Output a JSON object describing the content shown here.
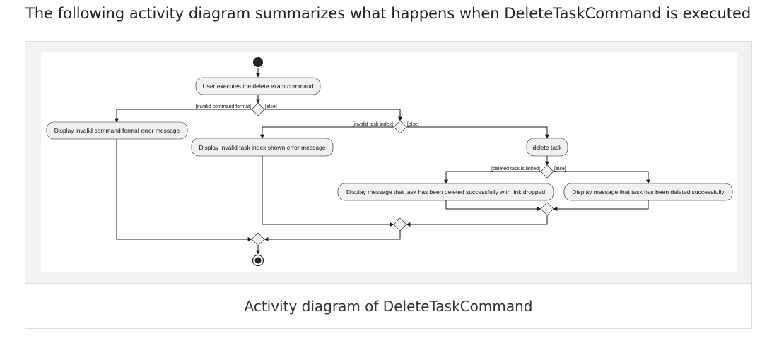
{
  "heading": "The following activity diagram summarizes what happens when DeleteTaskCommand is executed",
  "caption": "Activity diagram of DeleteTaskCommand",
  "diagram": {
    "actions": {
      "user_executes": "User executes the delete exam command",
      "invalid_format": "Display invalid command format error message",
      "invalid_index": "Display invalid task index shown error message",
      "delete_task": "delete task",
      "deleted_link_dropped": "Display message that task has been deleted successfully with link dropped",
      "deleted_success": "Display message that task has been deleted successfully"
    },
    "guards": {
      "invalid_command_format": "[invalid command format]",
      "else_1": "[else]",
      "invalid_task_index": "[invalid task index]",
      "else_2": "[else]",
      "deleted_task_linked": "[deleted task is linked]",
      "else_3": "[else]"
    }
  }
}
